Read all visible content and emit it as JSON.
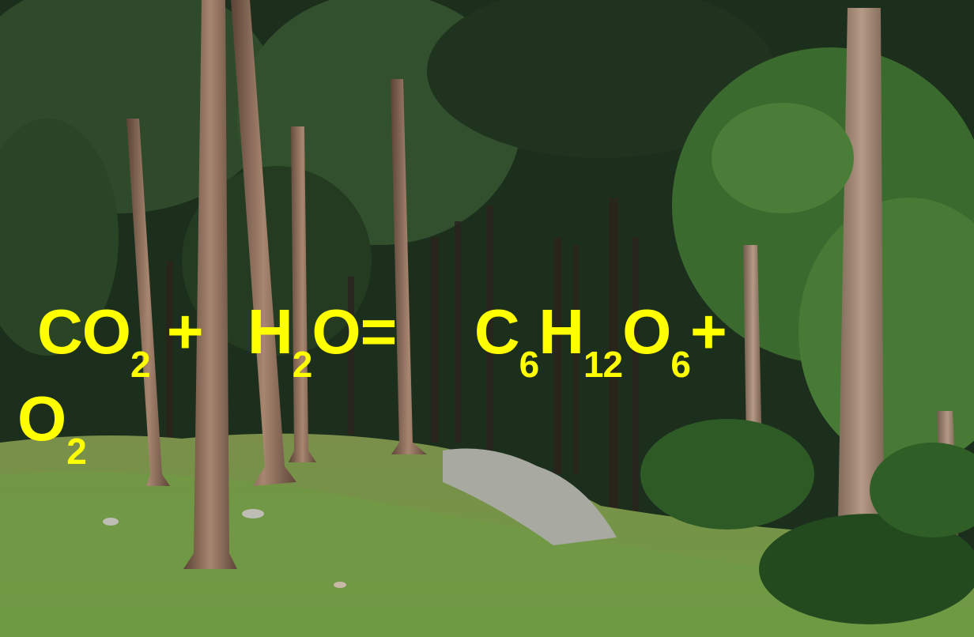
{
  "formula": {
    "co": "CO",
    "co_sub": "2",
    "plus1": "+",
    "h": "H",
    "h_sub": "2",
    "o_eq": "O=",
    "c": "C",
    "c_sub": "6",
    "h2": "H",
    "h2_sub": "12",
    "o2": "O",
    "o2_sub": "6",
    "plus2": "+",
    "o3": "O",
    "o3_sub": "2"
  },
  "colors": {
    "formula_text": "#ffff00",
    "foliage_dark": "#1a2c1a",
    "grass": "#6c8c45",
    "trunk": "#8a6a55"
  }
}
